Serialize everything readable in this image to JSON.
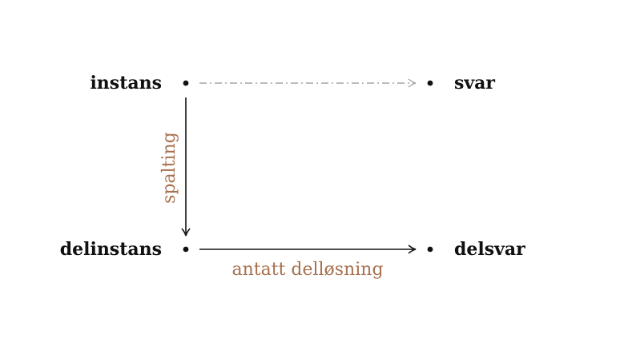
{
  "nodes": {
    "instance": {
      "label": "instans"
    },
    "answer": {
      "label": "svar"
    },
    "subinstance": {
      "label": "delinstans"
    },
    "subanswer": {
      "label": "delsvar"
    }
  },
  "edges": {
    "split": {
      "label": "spalting"
    },
    "assumed": {
      "label": "antatt delløsning"
    }
  },
  "colors": {
    "node": "#111111",
    "edge_label": "#a8714f",
    "dashed_arrow": "#a6a6a6",
    "solid_arrow": "#111111"
  }
}
